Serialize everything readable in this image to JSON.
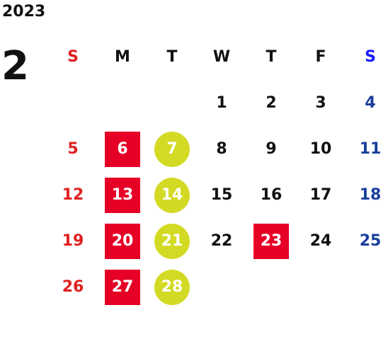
{
  "year": "2023",
  "month": "2",
  "weekdays": [
    "S",
    "M",
    "T",
    "W",
    "T",
    "F",
    "S"
  ],
  "colors": {
    "sunday": "#e02020",
    "saturday": "#1a3f9b",
    "holiday_box": "#e60026",
    "highlight_circle": "#d3da24",
    "text": "#111111"
  },
  "weeks": [
    [
      {
        "day": "",
        "style": "empty"
      },
      {
        "day": "",
        "style": "empty"
      },
      {
        "day": "",
        "style": "empty"
      },
      {
        "day": "1",
        "style": "normal"
      },
      {
        "day": "2",
        "style": "normal"
      },
      {
        "day": "3",
        "style": "normal"
      },
      {
        "day": "4",
        "style": "sat"
      }
    ],
    [
      {
        "day": "5",
        "style": "sun"
      },
      {
        "day": "6",
        "style": "box"
      },
      {
        "day": "7",
        "style": "circle"
      },
      {
        "day": "8",
        "style": "normal"
      },
      {
        "day": "9",
        "style": "normal"
      },
      {
        "day": "10",
        "style": "normal"
      },
      {
        "day": "11",
        "style": "sat"
      }
    ],
    [
      {
        "day": "12",
        "style": "sun"
      },
      {
        "day": "13",
        "style": "box"
      },
      {
        "day": "14",
        "style": "circle"
      },
      {
        "day": "15",
        "style": "normal"
      },
      {
        "day": "16",
        "style": "normal"
      },
      {
        "day": "17",
        "style": "normal"
      },
      {
        "day": "18",
        "style": "sat"
      }
    ],
    [
      {
        "day": "19",
        "style": "sun"
      },
      {
        "day": "20",
        "style": "box"
      },
      {
        "day": "21",
        "style": "circle"
      },
      {
        "day": "22",
        "style": "normal"
      },
      {
        "day": "23",
        "style": "box"
      },
      {
        "day": "24",
        "style": "normal"
      },
      {
        "day": "25",
        "style": "sat"
      }
    ],
    [
      {
        "day": "26",
        "style": "sun"
      },
      {
        "day": "27",
        "style": "box"
      },
      {
        "day": "28",
        "style": "circle"
      },
      {
        "day": "",
        "style": "empty"
      },
      {
        "day": "",
        "style": "empty"
      },
      {
        "day": "",
        "style": "empty"
      },
      {
        "day": "",
        "style": "empty"
      }
    ]
  ]
}
